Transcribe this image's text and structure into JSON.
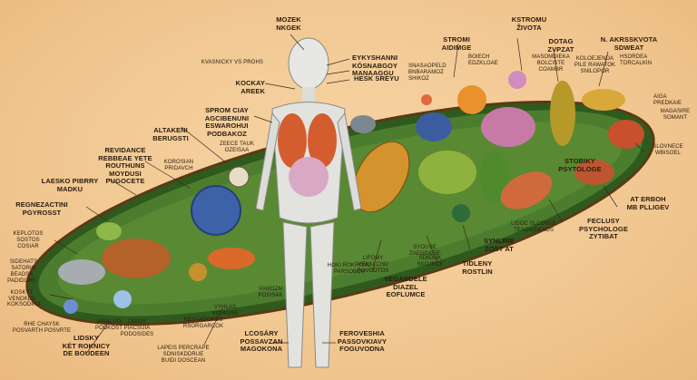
{
  "labels": {
    "mozek": "MOZEK\nNKGEK",
    "kstromu": "KSTROMU\nŽIVOTA",
    "stromi": "STROMI\nAIDIMGE",
    "dotag": "DOTAG\nZVPZAT",
    "nakrsk": "N. AKRSSKVOTA\nSDWEAT",
    "kvasnicky": "KVASNICKY VS PROHS",
    "eykyshanni": "EYKYSHANNI\nKÓSNABGOY\nMANAAGGU",
    "kockay": "KOCKAY\nAREEK",
    "hesk": "HESK SREYU",
    "mid_tag1": "SNASAOPELD\nBNBARAMOZ\nSHIKOZ",
    "mid_tag2": "BOIECH\nEDZKLOAE",
    "rt_tag1": "MASOMDIEKA\nBOLCISTE\nCOAMBR",
    "rt_tag2": "KOLOEJENDA\nPILE RAWATOK\nSNILOPOR",
    "rt_tag3": "HSORDEA\nTORCALKIN",
    "rt_tag4": "AIGA\nPREDKAIE",
    "sprom": "SPROM CIAY\nAGCIBENUNI\nESWAROHUI\nPODBAKOZ",
    "altakeni": "ALTAKENI\nBERUGSTI",
    "small_a": "ZEECE TAUK\nOZEISAA",
    "small_b": "KOROSIAN\nPRIDAVCH",
    "revidance": "REVIDANCE\nREBBEAE YETE\nROUTHUNS\nMOYDUSI\nPUGOCETE",
    "laesko": "LAESKO PIBRRY\nMADKU",
    "regnezactini": "REGNEZACTINI\nPGYROSST",
    "keplotos": "KEPLOTOS\nSOSTOS\nCOSIAR",
    "sidehats": "SIDEHATS\nSATORIO",
    "beadsa": "BEADSA\nPADIDORE",
    "koskyt": "KOSKYT\nVENOKLD",
    "koksodiku": "KOKSODIKU",
    "rhe": "RHE CHAYSK\nPOSVARTH POSVRTE",
    "lidsky": "LIDSKY\nKÉT ROKNICY\nDE BOUDEEN",
    "vinaluo": "VINALUO\nPODKOST",
    "odios": "ODIOS\nPIACSUIA\nPODOSIDES",
    "resandokes": "RESANDOKES\nRSORGARCOK",
    "vyhlas": "VYHLAS\nVIOWOSE",
    "lapeis": "LAPEIS PERCRAPE\nSDNISKDDRUE\nBUIDI DOSCEAN",
    "vamozn": "VAMOZN\nPOSISAK",
    "hoki": "HOKI ROKRONC\nPARSOBOV",
    "lcosary": "LCOSÁRY\nPOSSAVZAN\nMAGOKONA",
    "feroveshia": "FEROVESHIA\nPASSOVKIAVY\nFOGUVODNA",
    "syouse": "SYOUSE\nZAEGDAGE",
    "lifomy": "LIFOMY\nVEKALCHO\nPOVCOTOS",
    "vegabdele": "VEGABDELE\nDIAZEL\nEOFLUMCE",
    "sdienik": "SDIENIK\nSKOJRCE",
    "synlime": "SYNLIME\nZOST AT",
    "tidleny": "TIDLENY\nROSTLIN",
    "lidoc": "LIDOC SLCONTE\nTEAOVIDKAOS",
    "stobiky": "STOBIKY\nPSYTOLOGE",
    "feclusy": "FECLUSY\nPSYCHOLOGE\nZYTIBAT",
    "aterboh": "AT ERBOH\nMB PLLIGEV",
    "slovnece": "SLOVNECE\nWBISOEL",
    "magasire": "MAGASIRE\nSOMANT"
  },
  "colors": {
    "background": "#f2c995",
    "foliage": "#3d6b2a",
    "ink": "#2a1c10",
    "skeleton": "#dcdcd8"
  }
}
